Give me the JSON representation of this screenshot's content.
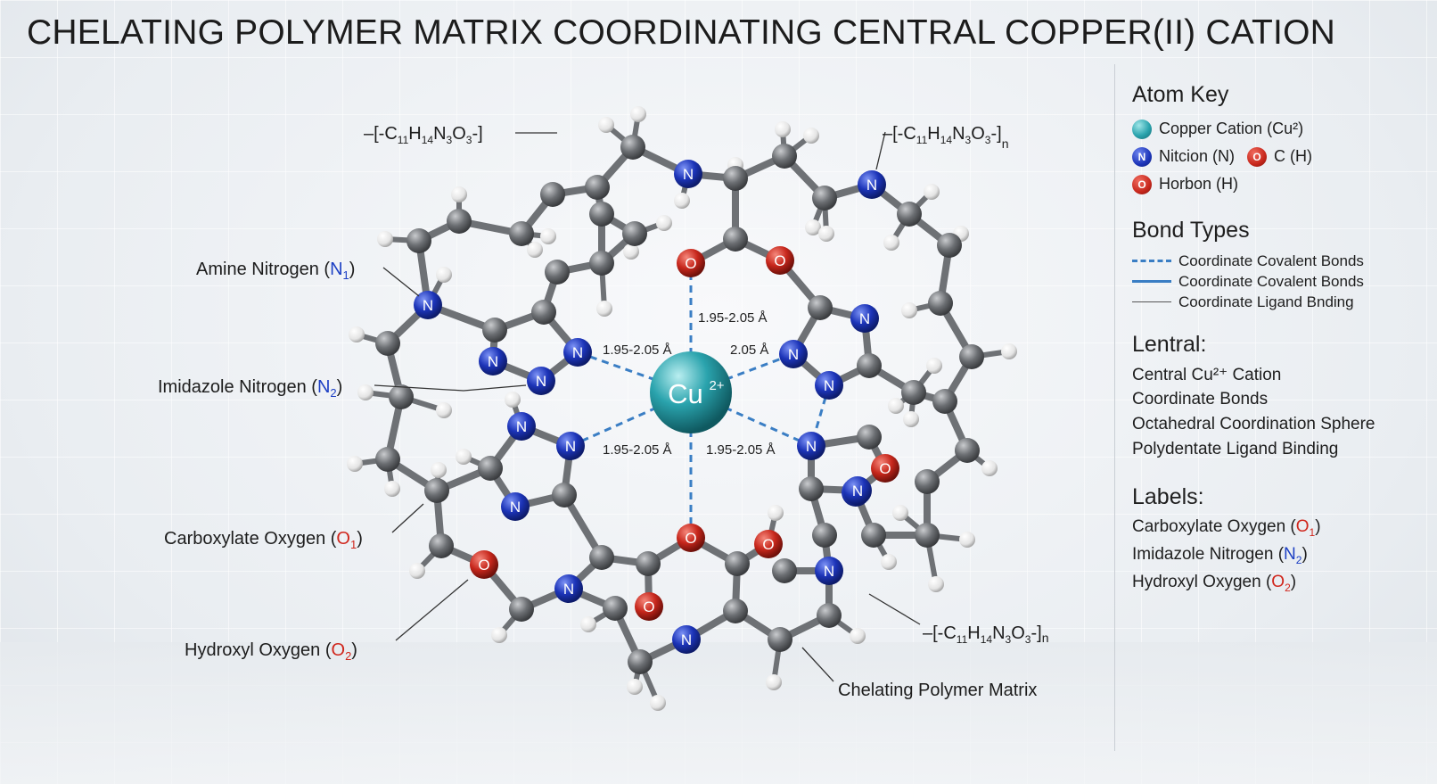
{
  "title": "CHELATING POLYMER MATRIX COORDINATING CENTRAL COPPER(II) CATION",
  "center_atom": {
    "symbol": "Cu",
    "charge": "2+"
  },
  "distances": {
    "top": "1.95-2.05 Å",
    "upper_left": "1.95-2.05 Å",
    "upper_right": "2.05 Å",
    "lower_left": "1.95-2.05 Å",
    "lower_right": "1.95-2.05 Å"
  },
  "atom_labels": {
    "N": "N",
    "O": "O"
  },
  "polymer_formula": {
    "prefix": "–[-C",
    "c": "11",
    "h_sym": "H",
    "h": "14",
    "n_sym": "N",
    "n": "3",
    "o_sym": "O",
    "o": "3",
    "suffix": "-]",
    "end": "n"
  },
  "callouts": {
    "amine": {
      "text": "Amine Nitrogen (",
      "sym": "N",
      "sub": "1",
      "close": ")"
    },
    "imidazole": {
      "text": "Imidazole Nitrogen (",
      "sym": "N",
      "sub": "2",
      "close": ")"
    },
    "carboxylate": {
      "text": "Carboxylate Oxygen (",
      "sym": "O",
      "sub": "1",
      "close": ")"
    },
    "hydroxyl": {
      "text": "Hydroxyl Oxygen (",
      "sym": "O",
      "sub": "2",
      "close": ")"
    },
    "matrix": "Chelating Polymer Matrix"
  },
  "atom_key": {
    "heading": "Atom Key",
    "items": [
      {
        "symbol": "",
        "label": "Copper Cation (Cu²)",
        "color": "#2aa3ad"
      },
      {
        "symbol": "N",
        "label": "Nitcion (N)",
        "color": "#1c34b8"
      },
      {
        "symbol": "O",
        "label": "C (H)",
        "color": "#c7271c"
      },
      {
        "symbol": "O",
        "label": "Horbon (H)",
        "color": "#c7271c"
      }
    ]
  },
  "bond_types": {
    "heading": "Bond Types",
    "items": [
      {
        "style": "dashed",
        "label": "Coordinate Covalent Bonds"
      },
      {
        "style": "solid",
        "label": "Coordinate Covalent Bonds"
      },
      {
        "style": "thin",
        "label": "Coordinate Ligand Bnding"
      }
    ]
  },
  "lentral": {
    "heading": "Lentral:",
    "items": [
      "Central Cu²⁺ Cation",
      "Coordinate Bonds",
      "Octahedral Coordination Sphere",
      "Polydentate Ligand Binding"
    ]
  },
  "labels": {
    "heading": "Labels:",
    "items": [
      {
        "text": "Carboxylate Oxygen (",
        "sym": "O",
        "sub": "1",
        "close": ")",
        "color": "red"
      },
      {
        "text": "Imidazole Nitrogen (",
        "sym": "N",
        "sub": "2",
        "close": ")",
        "color": "blue"
      },
      {
        "text": "Hydroxyl Oxygen (",
        "sym": "O",
        "sub": "2",
        "close": ")",
        "color": "red"
      }
    ]
  },
  "colors": {
    "copper": "#2aa3ad",
    "nitrogen": "#1c34b8",
    "oxygen": "#c7271c",
    "carbon": "#6b6e72",
    "hydrogen": "#f2f2f2",
    "coordinate_bond": "#3a7ec4"
  }
}
